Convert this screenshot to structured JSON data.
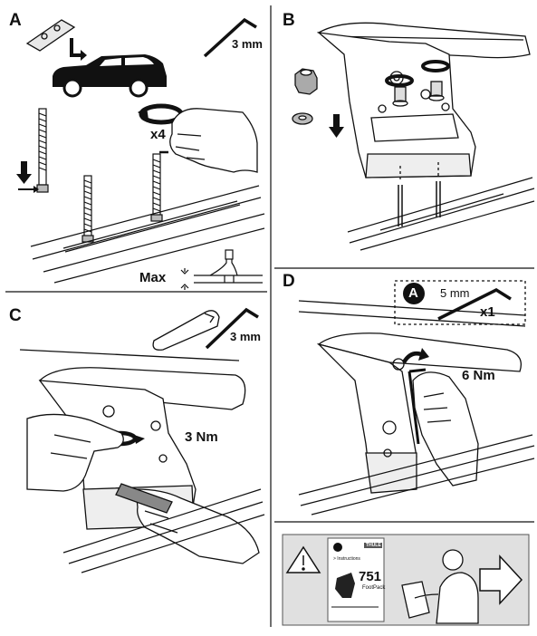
{
  "steps": {
    "a": {
      "letter": "A",
      "tool_size": "3 mm",
      "count": "x4",
      "max_label": "Max"
    },
    "b": {
      "letter": "B"
    },
    "c": {
      "letter": "C",
      "tool_size": "3 mm",
      "torque": "3 Nm"
    },
    "d": {
      "letter": "D",
      "tool_badge": "A",
      "tool_size": "5 mm",
      "tool_qty": "x1",
      "torque": "6 Nm"
    }
  },
  "footer": {
    "booklet_header": "THULE",
    "booklet_heading": "> Instructions",
    "model_number": "751",
    "model_name": "FootPack"
  },
  "colors": {
    "ink": "#111111",
    "panel_gray": "#cfcfcf",
    "warning_bg": "#e0e0e0"
  }
}
